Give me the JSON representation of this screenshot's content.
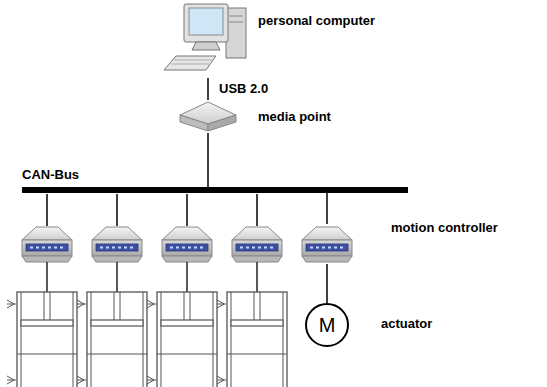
{
  "diagram": {
    "nodes": [
      {
        "text": [
          "personal computer"
        ]
      },
      {
        "text": [
          "media point"
        ]
      },
      {
        "text": [
          "CAN-Bus"
        ]
      },
      {
        "text": [
          "motion controller"
        ]
      },
      {
        "text": [
          "M",
          "actuator"
        ]
      }
    ],
    "edges": [
      {
        "from": 0,
        "to": 1,
        "arrow": "none",
        "label": "USB 2.0"
      },
      {
        "from": 1,
        "to": 2,
        "arrow": "none"
      },
      {
        "from": 2,
        "to": 3,
        "arrow": "none"
      },
      {
        "from": 3,
        "to": 4,
        "arrow": "none"
      }
    ]
  }
}
